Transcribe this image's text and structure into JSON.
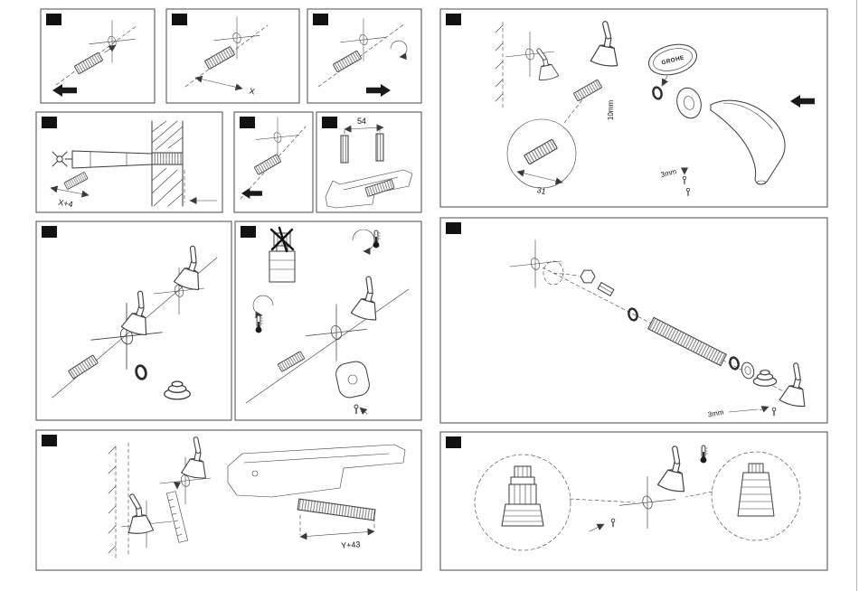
{
  "page": {
    "background": "#ffffff",
    "line_color": "#3a3a3a"
  },
  "brand": {
    "sticker_text": "GROHE"
  },
  "dimensions": {
    "x": "X",
    "x_plus_4": "X+4",
    "fifty_four": "54",
    "thirty_one": "31",
    "ten_mm": "10mm",
    "three_mm_spout": "3mm",
    "three_mm_handle": "3mm",
    "y_plus_43": "Y+43"
  },
  "icons": {
    "step_marker": "solid black square",
    "thermometer": "temperature indicator",
    "block_arrow": "solid insertion arrow",
    "rotate_arrow": "curved rotation arrow",
    "grohe_sticker": "oval brand sticker"
  },
  "panels": [
    {
      "name": "panel-1"
    },
    {
      "name": "panel-2"
    },
    {
      "name": "panel-3"
    },
    {
      "name": "panel-4"
    },
    {
      "name": "panel-5"
    },
    {
      "name": "panel-6"
    },
    {
      "name": "panel-7"
    },
    {
      "name": "panel-8"
    },
    {
      "name": "panel-9"
    },
    {
      "name": "panel-10"
    },
    {
      "name": "panel-11"
    },
    {
      "name": "panel-12"
    }
  ]
}
